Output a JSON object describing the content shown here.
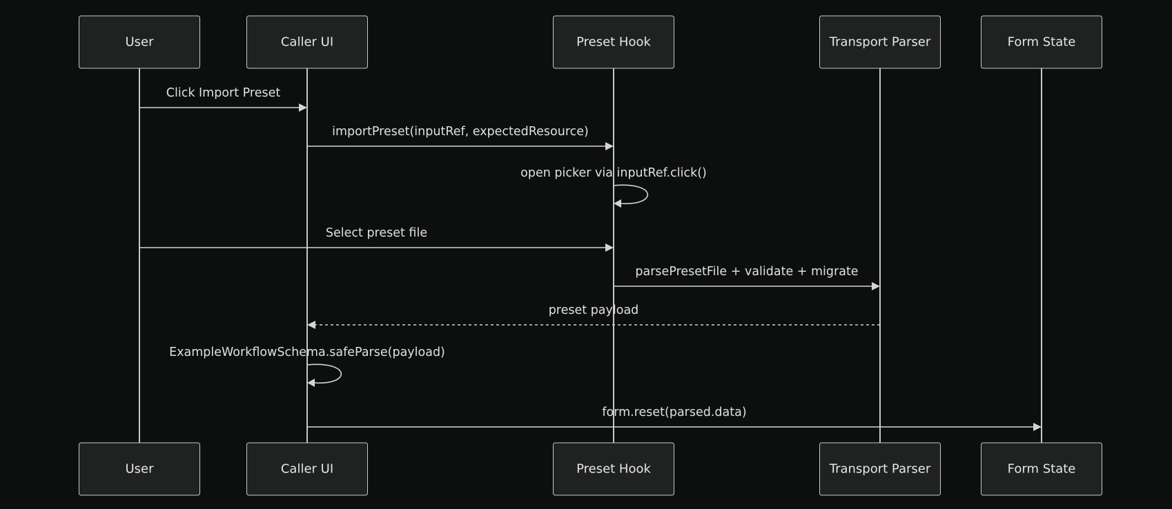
{
  "diagram": {
    "type": "sequence",
    "colors": {
      "background": "#0d0f0f",
      "actor_fill": "#202222",
      "actor_border": "#c8c8c8",
      "line": "#d4d4d4",
      "text": "#e6e6e6"
    },
    "participants": [
      {
        "id": "user",
        "label": "User"
      },
      {
        "id": "caller",
        "label": "Caller UI"
      },
      {
        "id": "hook",
        "label": "Preset Hook"
      },
      {
        "id": "parser",
        "label": "Transport Parser"
      },
      {
        "id": "form",
        "label": "Form State"
      }
    ],
    "messages": [
      {
        "from": "user",
        "to": "caller",
        "label": "Click Import Preset",
        "style": "solid"
      },
      {
        "from": "caller",
        "to": "hook",
        "label": "importPreset(inputRef, expectedResource)",
        "style": "solid"
      },
      {
        "from": "hook",
        "to": "hook",
        "label": "open picker via inputRef.click()",
        "style": "solid"
      },
      {
        "from": "user",
        "to": "hook",
        "label": "Select preset file",
        "style": "solid"
      },
      {
        "from": "hook",
        "to": "parser",
        "label": "parsePresetFile + validate + migrate",
        "style": "solid"
      },
      {
        "from": "parser",
        "to": "caller",
        "label": "preset payload",
        "style": "dashed"
      },
      {
        "from": "caller",
        "to": "caller",
        "label": "ExampleWorkflowSchema.safeParse(payload)",
        "style": "solid"
      },
      {
        "from": "caller",
        "to": "form",
        "label": "form.reset(parsed.data)",
        "style": "solid"
      }
    ]
  }
}
